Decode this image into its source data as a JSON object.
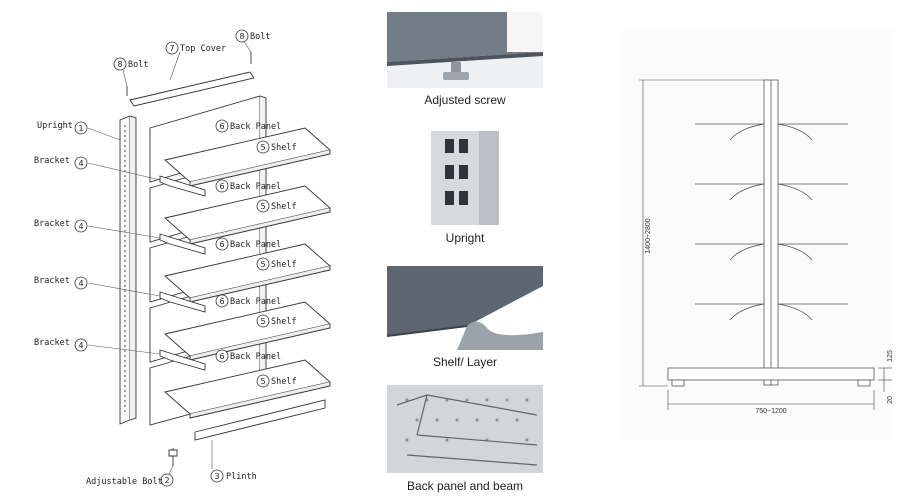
{
  "exploded_view": {
    "labels": [
      {
        "num": "1",
        "text": "Upright"
      },
      {
        "num": "2",
        "text": "Adjustable Bolt"
      },
      {
        "num": "3",
        "text": "Plinth"
      },
      {
        "num": "4",
        "text": "Bracket"
      },
      {
        "num": "5",
        "text": "Shelf"
      },
      {
        "num": "6",
        "text": "Back Panel"
      },
      {
        "num": "7",
        "text": "Top Cover"
      },
      {
        "num": "8",
        "text": "Bolt"
      }
    ]
  },
  "photos": {
    "adjusted_screw": "Adjusted screw",
    "upright": "Upright",
    "shelf_layer": "Shelf/ Layer",
    "back_panel_beam": "Back panel and beam"
  },
  "front_view": {
    "height_range": "1400~2800",
    "width_range": "750~1200",
    "base_height": "125",
    "foot_height": "20"
  },
  "colors": {
    "line": "#333333",
    "photo_bg": "#e9ecef",
    "shelf_grey": "#5d6670"
  }
}
